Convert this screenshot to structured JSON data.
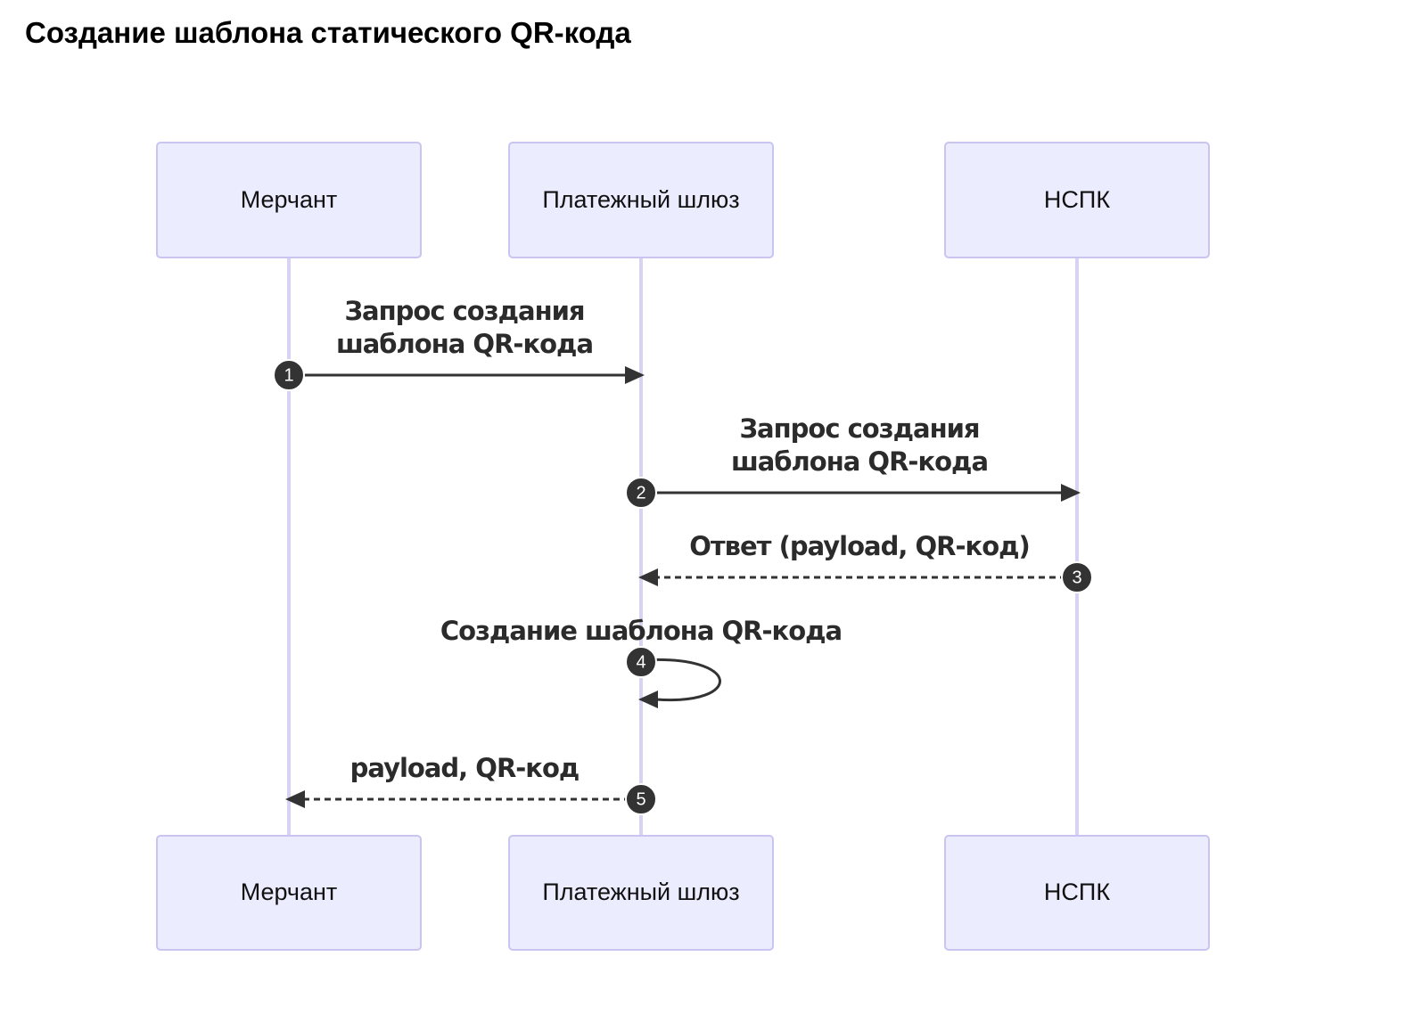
{
  "title": "Создание шаблона статического QR-кода",
  "participants": [
    {
      "id": "merchant",
      "label": "Мерчант"
    },
    {
      "id": "gateway",
      "label": "Платежный шлюз"
    },
    {
      "id": "nspk",
      "label": "НСПК"
    }
  ],
  "messages": [
    {
      "seq": "1",
      "from": "merchant",
      "to": "gateway",
      "style": "solid",
      "lines": [
        "Запрос создания",
        "шаблона QR-кода"
      ]
    },
    {
      "seq": "2",
      "from": "gateway",
      "to": "nspk",
      "style": "solid",
      "lines": [
        "Запрос создания",
        "шаблона QR-кода"
      ]
    },
    {
      "seq": "3",
      "from": "nspk",
      "to": "gateway",
      "style": "dashed",
      "lines": [
        "Ответ (payload, QR-код)"
      ]
    },
    {
      "seq": "4",
      "from": "gateway",
      "to": "gateway",
      "style": "solid",
      "lines": [
        "Создание шаблона QR-кода"
      ]
    },
    {
      "seq": "5",
      "from": "gateway",
      "to": "merchant",
      "style": "dashed",
      "lines": [
        "payload, QR-код"
      ]
    }
  ],
  "colors": {
    "actor_fill": "#ECECFF",
    "actor_stroke": "#C9C4F0",
    "lifeline": "#D9D2F2",
    "line": "#333333"
  }
}
